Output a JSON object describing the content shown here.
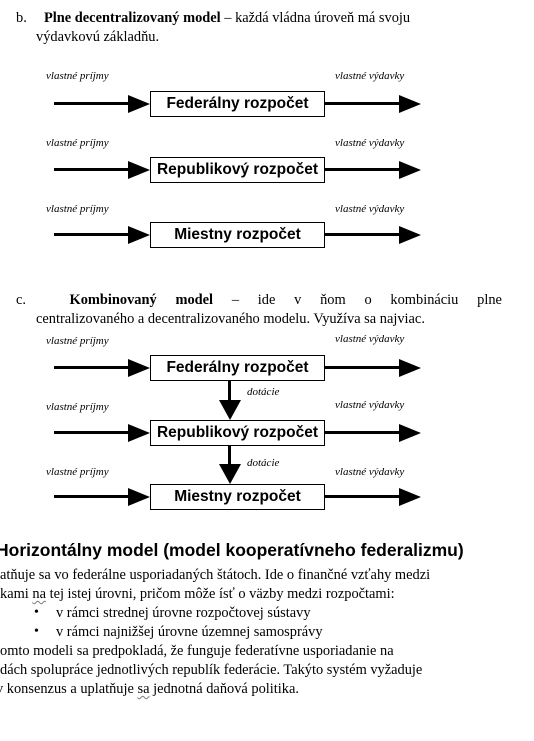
{
  "section_b": {
    "marker": "b.",
    "title": "Plne decentralizovaný  model",
    "rest": " – každá vládna úroveň má svoju",
    "line2": "výdavkovú základňu."
  },
  "diagram_b": {
    "rows": [
      {
        "left_label": "vlastné príjmy",
        "right_label": "vlastné výdavky",
        "box": "Federálny rozpočet"
      },
      {
        "left_label": "vlastné príjmy",
        "right_label": "vlastné výdavky",
        "box": "Republikový rozpočet"
      },
      {
        "left_label": "vlastné príjmy",
        "right_label": "vlastné výdavky",
        "box": "Miestny rozpočet"
      }
    ]
  },
  "section_c": {
    "marker": "c.",
    "title_words": [
      "Kombinovaný",
      "model"
    ],
    "rest_words": [
      "–",
      "ide",
      "v ňom",
      "o kombináciu",
      "plne"
    ],
    "line2": "centralizovaného  a decentralizovaného  modelu. Využíva sa najviac."
  },
  "diagram_c": {
    "rows": [
      {
        "left_label": "vlastné príjmy",
        "right_label": "vlastné výdavky",
        "box": "Federálny rozpočet"
      },
      {
        "left_label": "vlastné príjmy",
        "right_label": "vlastné výdavky",
        "box": "Republikový rozpočet"
      },
      {
        "left_label": "vlastné príjmy",
        "right_label": "vlastné výdavky",
        "box": "Miestny rozpočet"
      }
    ],
    "transfer_label": "dotácie"
  },
  "horizontal": {
    "heading": "Horizontálny model (model kooperatívneho federalizmu)",
    "p1_line1": "atňuje sa vo federálne usporiadaných  štátoch. Ide o finančné vzťahy medzi",
    "p1_line2_a": "kami ",
    "p1_line2_b": "na",
    "p1_line2_c": " tej istej úrovni, pričom môže ísť  o väzby medzi rozpočtami:",
    "bullets": [
      "v rámci  strednej  úrovne  rozpočtovej  sústavy",
      "v rámci  najnižšej  úrovne územnej  samosprávy"
    ],
    "p2_line1": "omto  modeli  sa  predpokladá,  že  funguje  federatívne  usporiadanie  na",
    "p2_line2": "dách  spolupráce  jednotlivých  republík  federácie.  Takýto  systém  vyžaduje",
    "p2_line3_a": "v konsenzus  a uplatňuje  ",
    "p2_line3_b": "sa",
    "p2_line3_c": " jednotná daňová politika."
  }
}
